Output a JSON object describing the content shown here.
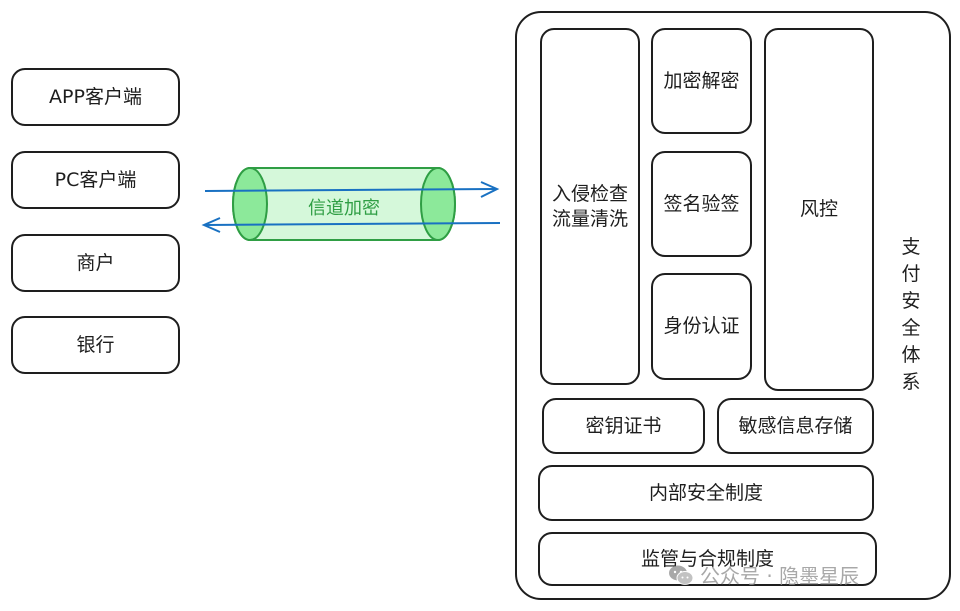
{
  "clients": [
    "APP客户端",
    "PC客户端",
    "商户",
    "银行"
  ],
  "channel": {
    "label": "信道加密",
    "tube_color": "#2f9e44",
    "tube_fill": "#b2f2bb",
    "arrow_color": "#1971c2"
  },
  "system": {
    "title": "支付安全体系",
    "intrusion": "入侵检查\n流量清洗",
    "encryption": "加密解密",
    "signature": "签名验签",
    "identity": "身份认证",
    "risk": "风控",
    "keys": "密钥证书",
    "sensitive": "敏感信息存储",
    "internal": "内部安全制度",
    "compliance": "监管与合规制度"
  },
  "watermark": {
    "text": "公众号 · 隐墨星辰",
    "icon": "wechat-icon"
  }
}
